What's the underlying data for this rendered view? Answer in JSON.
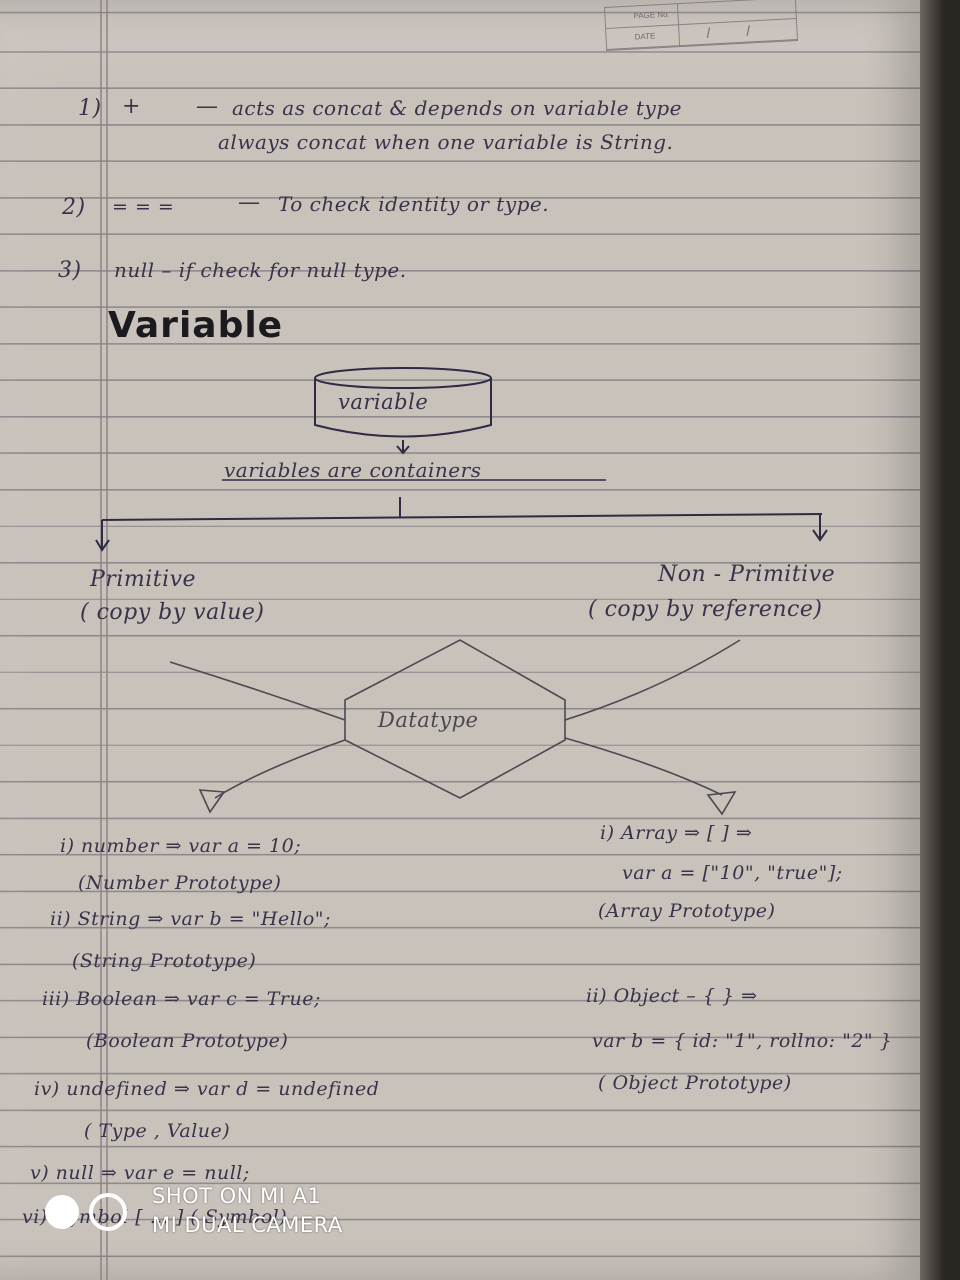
{
  "header_box": {
    "page_no_label": "PAGE No.",
    "date_label": "DATE",
    "date_value": "/ /"
  },
  "notes": {
    "line1_num": "1)",
    "line1_op": "+",
    "line1_dash": "—",
    "line1_text": "acts as concat & depends on variable type",
    "line1b_text": "always concat when one variable is String.",
    "line2_num": "2)",
    "line2_op": "= = =",
    "line2_dash": "—",
    "line2_text": "To check identity or type.",
    "line3_num": "3)",
    "line3_text": "null – if check for null type."
  },
  "heading": "Variable",
  "diagram": {
    "cylinder_label": "variable",
    "containers_text": "variables are containers",
    "primitive_label": "Primitive",
    "primitive_sub": "( copy by value)",
    "nonprimitive_label": "Non - Primitive",
    "nonprimitive_sub": "( copy by reference)",
    "datatype_label": "Datatype"
  },
  "primitive_list": [
    "i) number ⇒ var a = 10;",
    "(Number Prototype)",
    "ii) String ⇒ var b = \"Hello\";",
    "(String Prototype)",
    "iii) Boolean ⇒ var c = True;",
    "(Boolean Prototype)",
    "iv) undefined ⇒ var d = undefined",
    "( Type , Value)",
    "v) null ⇒ var e = null;",
    "vi) Symbol [ ... ] ( Symbol)"
  ],
  "nonprimitive_list": [
    "i) Array ⇒ [ ] ⇒",
    "var a = [\"10\", \"true\"];",
    "(Array Prototype)",
    "ii) Object – { } ⇒",
    "var b = { id: \"1\", rollno: \"2\" }",
    "( Object Prototype)"
  ],
  "watermark": {
    "line1": "SHOT ON MI A1",
    "line2": "MI DUAL CAMERA"
  }
}
